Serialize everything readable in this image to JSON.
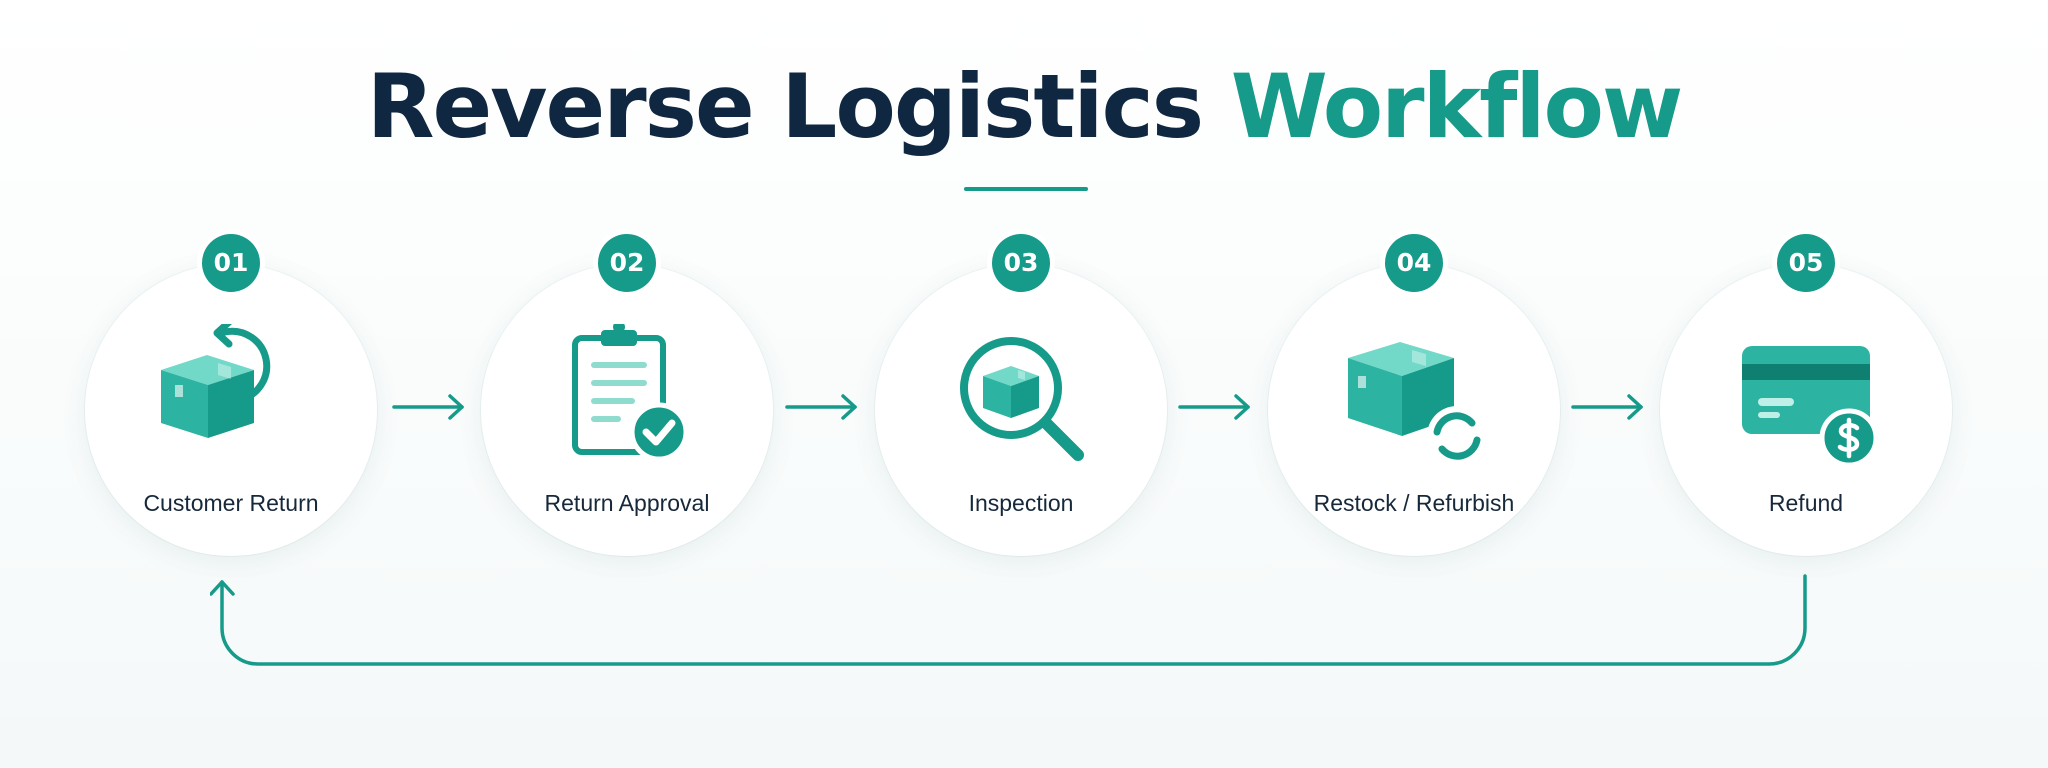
{
  "title": {
    "part1": "Reverse Logistics",
    "part2": "Workflow"
  },
  "steps": [
    {
      "number": "01",
      "label": "Customer Return",
      "icon": "box-return-icon"
    },
    {
      "number": "02",
      "label": "Return Approval",
      "icon": "clipboard-check-icon"
    },
    {
      "number": "03",
      "label": "Inspection",
      "icon": "magnifier-box-icon"
    },
    {
      "number": "04",
      "label": "Restock / Refurbish",
      "icon": "box-refresh-icon"
    },
    {
      "number": "05",
      "label": "Refund",
      "icon": "credit-card-dollar-icon"
    }
  ],
  "colors": {
    "accent": "#169a89",
    "accent_light": "#55cfbd",
    "title_dark": "#0f2740"
  }
}
